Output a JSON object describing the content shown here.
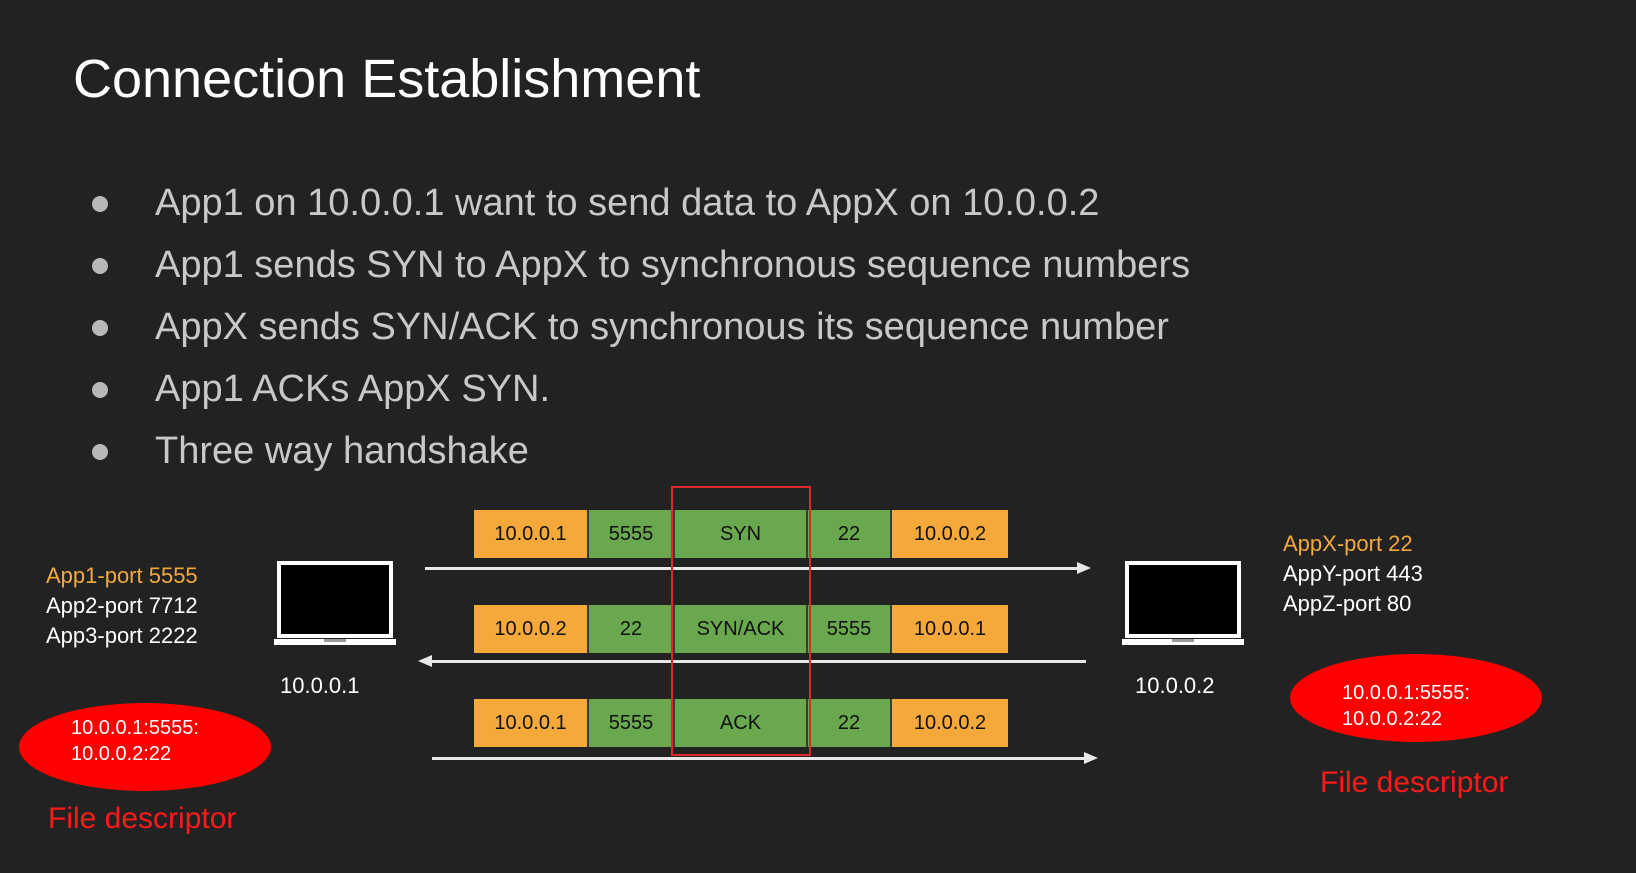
{
  "title": "Connection Establishment",
  "bullets": [
    "App1 on 10.0.0.1 want to send data to AppX on 10.0.0.2",
    "App1 sends SYN to AppX to synchronous sequence numbers",
    "AppX sends SYN/ACK to synchronous its sequence number",
    "App1 ACKs AppX SYN.",
    "Three way handshake"
  ],
  "packets": [
    {
      "src_ip": "10.0.0.1",
      "src_port": "5555",
      "flag": "SYN",
      "dst_port": "22",
      "dst_ip": "10.0.0.2",
      "direction": "right"
    },
    {
      "src_ip": "10.0.0.2",
      "src_port": "22",
      "flag": "SYN/ACK",
      "dst_port": "5555",
      "dst_ip": "10.0.0.1",
      "direction": "left"
    },
    {
      "src_ip": "10.0.0.1",
      "src_port": "5555",
      "flag": "ACK",
      "dst_port": "22",
      "dst_ip": "10.0.0.2",
      "direction": "right"
    }
  ],
  "left_host": {
    "ip": "10.0.0.1",
    "ports": [
      "App1-port 5555",
      "App2-port 7712",
      "App3-port 2222"
    ],
    "fd_line1": "10.0.0.1:5555:",
    "fd_line2": "10.0.0.2:22",
    "fd_label": "File descriptor"
  },
  "right_host": {
    "ip": "10.0.0.2",
    "ports": [
      "AppX-port 22",
      "AppY-port 443",
      "AppZ-port 80"
    ],
    "fd_line1": "10.0.0.1:5555:",
    "fd_line2": "10.0.0.2:22",
    "fd_label": "File descriptor"
  },
  "colors": {
    "background": "#222222",
    "ip_cell": "#f4a93a",
    "port_cell": "#69a84f",
    "highlight": "#e02828",
    "fd_oval": "#ff0000",
    "active_port": "#f4a93a"
  }
}
